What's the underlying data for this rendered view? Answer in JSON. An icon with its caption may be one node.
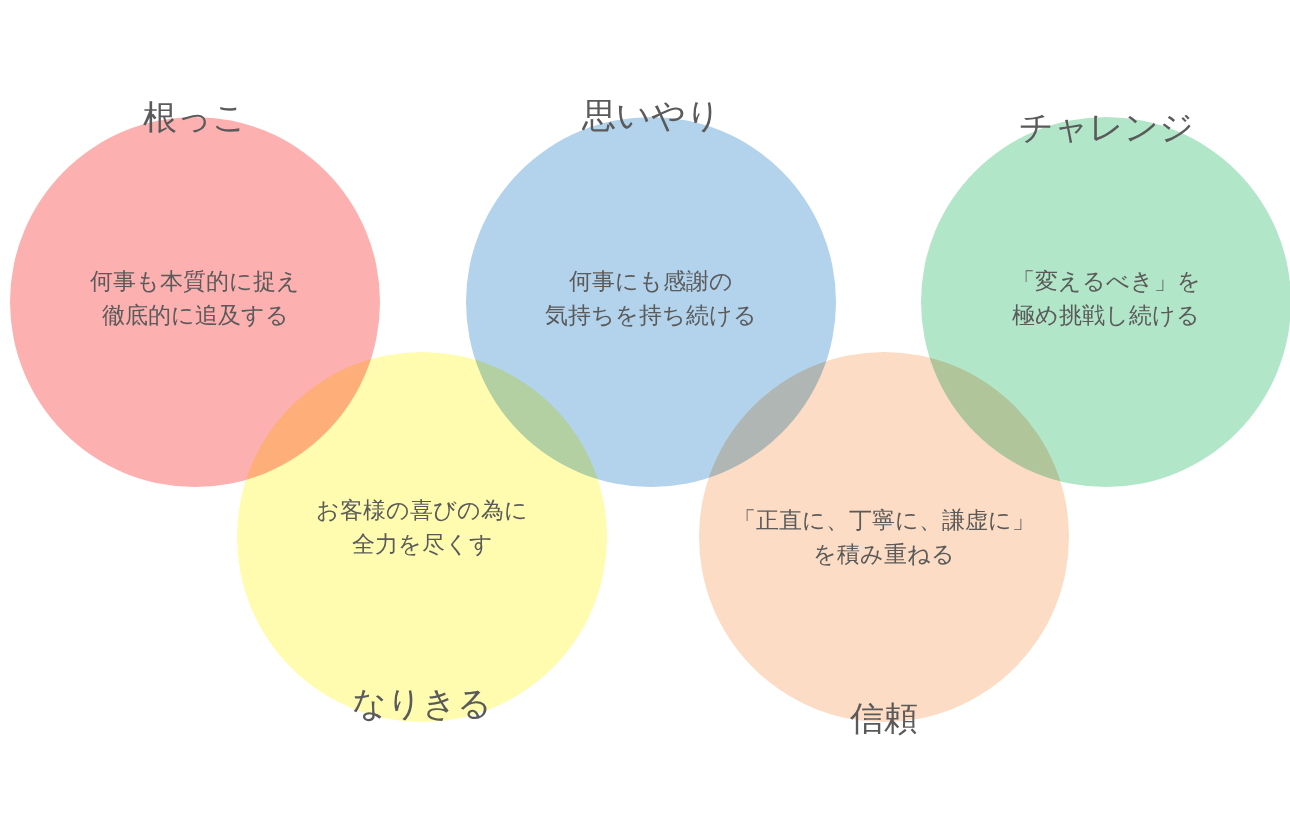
{
  "diagram": {
    "nodes": [
      {
        "text": [
          "根っこ",
          "何事も本質的に捉え徹底的に追及する"
        ]
      },
      {
        "text": [
          "思いやり",
          "何事にも感謝の気持ちを持ち続ける"
        ]
      },
      {
        "text": [
          "チャレンジ",
          "「変えるべき」を極め挑戦し続ける"
        ]
      },
      {
        "text": [
          "お客様の喜びの為に全力を尽くす",
          "なりきる"
        ]
      },
      {
        "text": [
          "「正直に、丁寧に、謙虚に」を積み重ねる",
          "信頼"
        ]
      }
    ]
  }
}
